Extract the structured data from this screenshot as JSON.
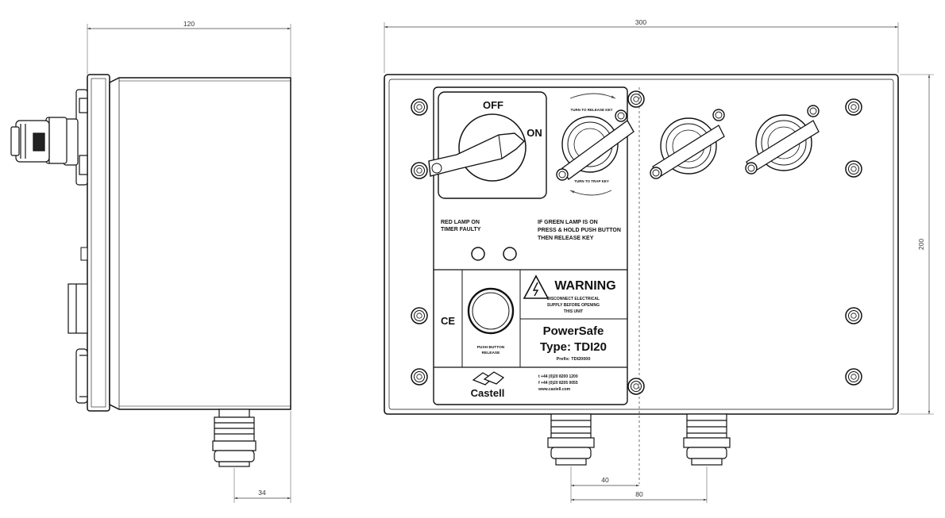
{
  "dimensions": {
    "side_width": "120",
    "side_gland_offset": "34",
    "front_width": "300",
    "front_height": "200",
    "gland_offset_1": "40",
    "gland_spacing": "80"
  },
  "isolator": {
    "off_label": "OFF",
    "on_label": "ON"
  },
  "key_switch": {
    "turn_to_release": "TURN TO RELEASE KEY",
    "turn_to_trap": "TURN TO TRAP KEY"
  },
  "lamp_labels": {
    "red_line1": "RED LAMP ON",
    "red_line2": "TIMER FAULTY",
    "green_line1": "IF GREEN LAMP IS ON",
    "green_line2": "PRESS & HOLD PUSH BUTTON",
    "green_line3": "THEN RELEASE KEY"
  },
  "ce_mark": "CE",
  "push_button": {
    "line1": "PUSH BUTTON",
    "line2": "RELEASE"
  },
  "warning": {
    "title": "WARNING",
    "line1": "DISCONNECT ELECTRICAL",
    "line2": "SUPPLY BEFORE OPENING",
    "line3": "THIS UNIT"
  },
  "product": {
    "name": "PowerSafe",
    "type": "Type: TDI20",
    "prefix": "Prefix: TDI20000"
  },
  "brand": {
    "logo_text": "Castell"
  },
  "contact": {
    "phone": "t +44 (0)20 8200 1200",
    "fax": "f +44 (0)20 8205 0055",
    "web": "www.castell.com"
  },
  "colors": {
    "line": "#111111",
    "dim_line": "#555555"
  }
}
